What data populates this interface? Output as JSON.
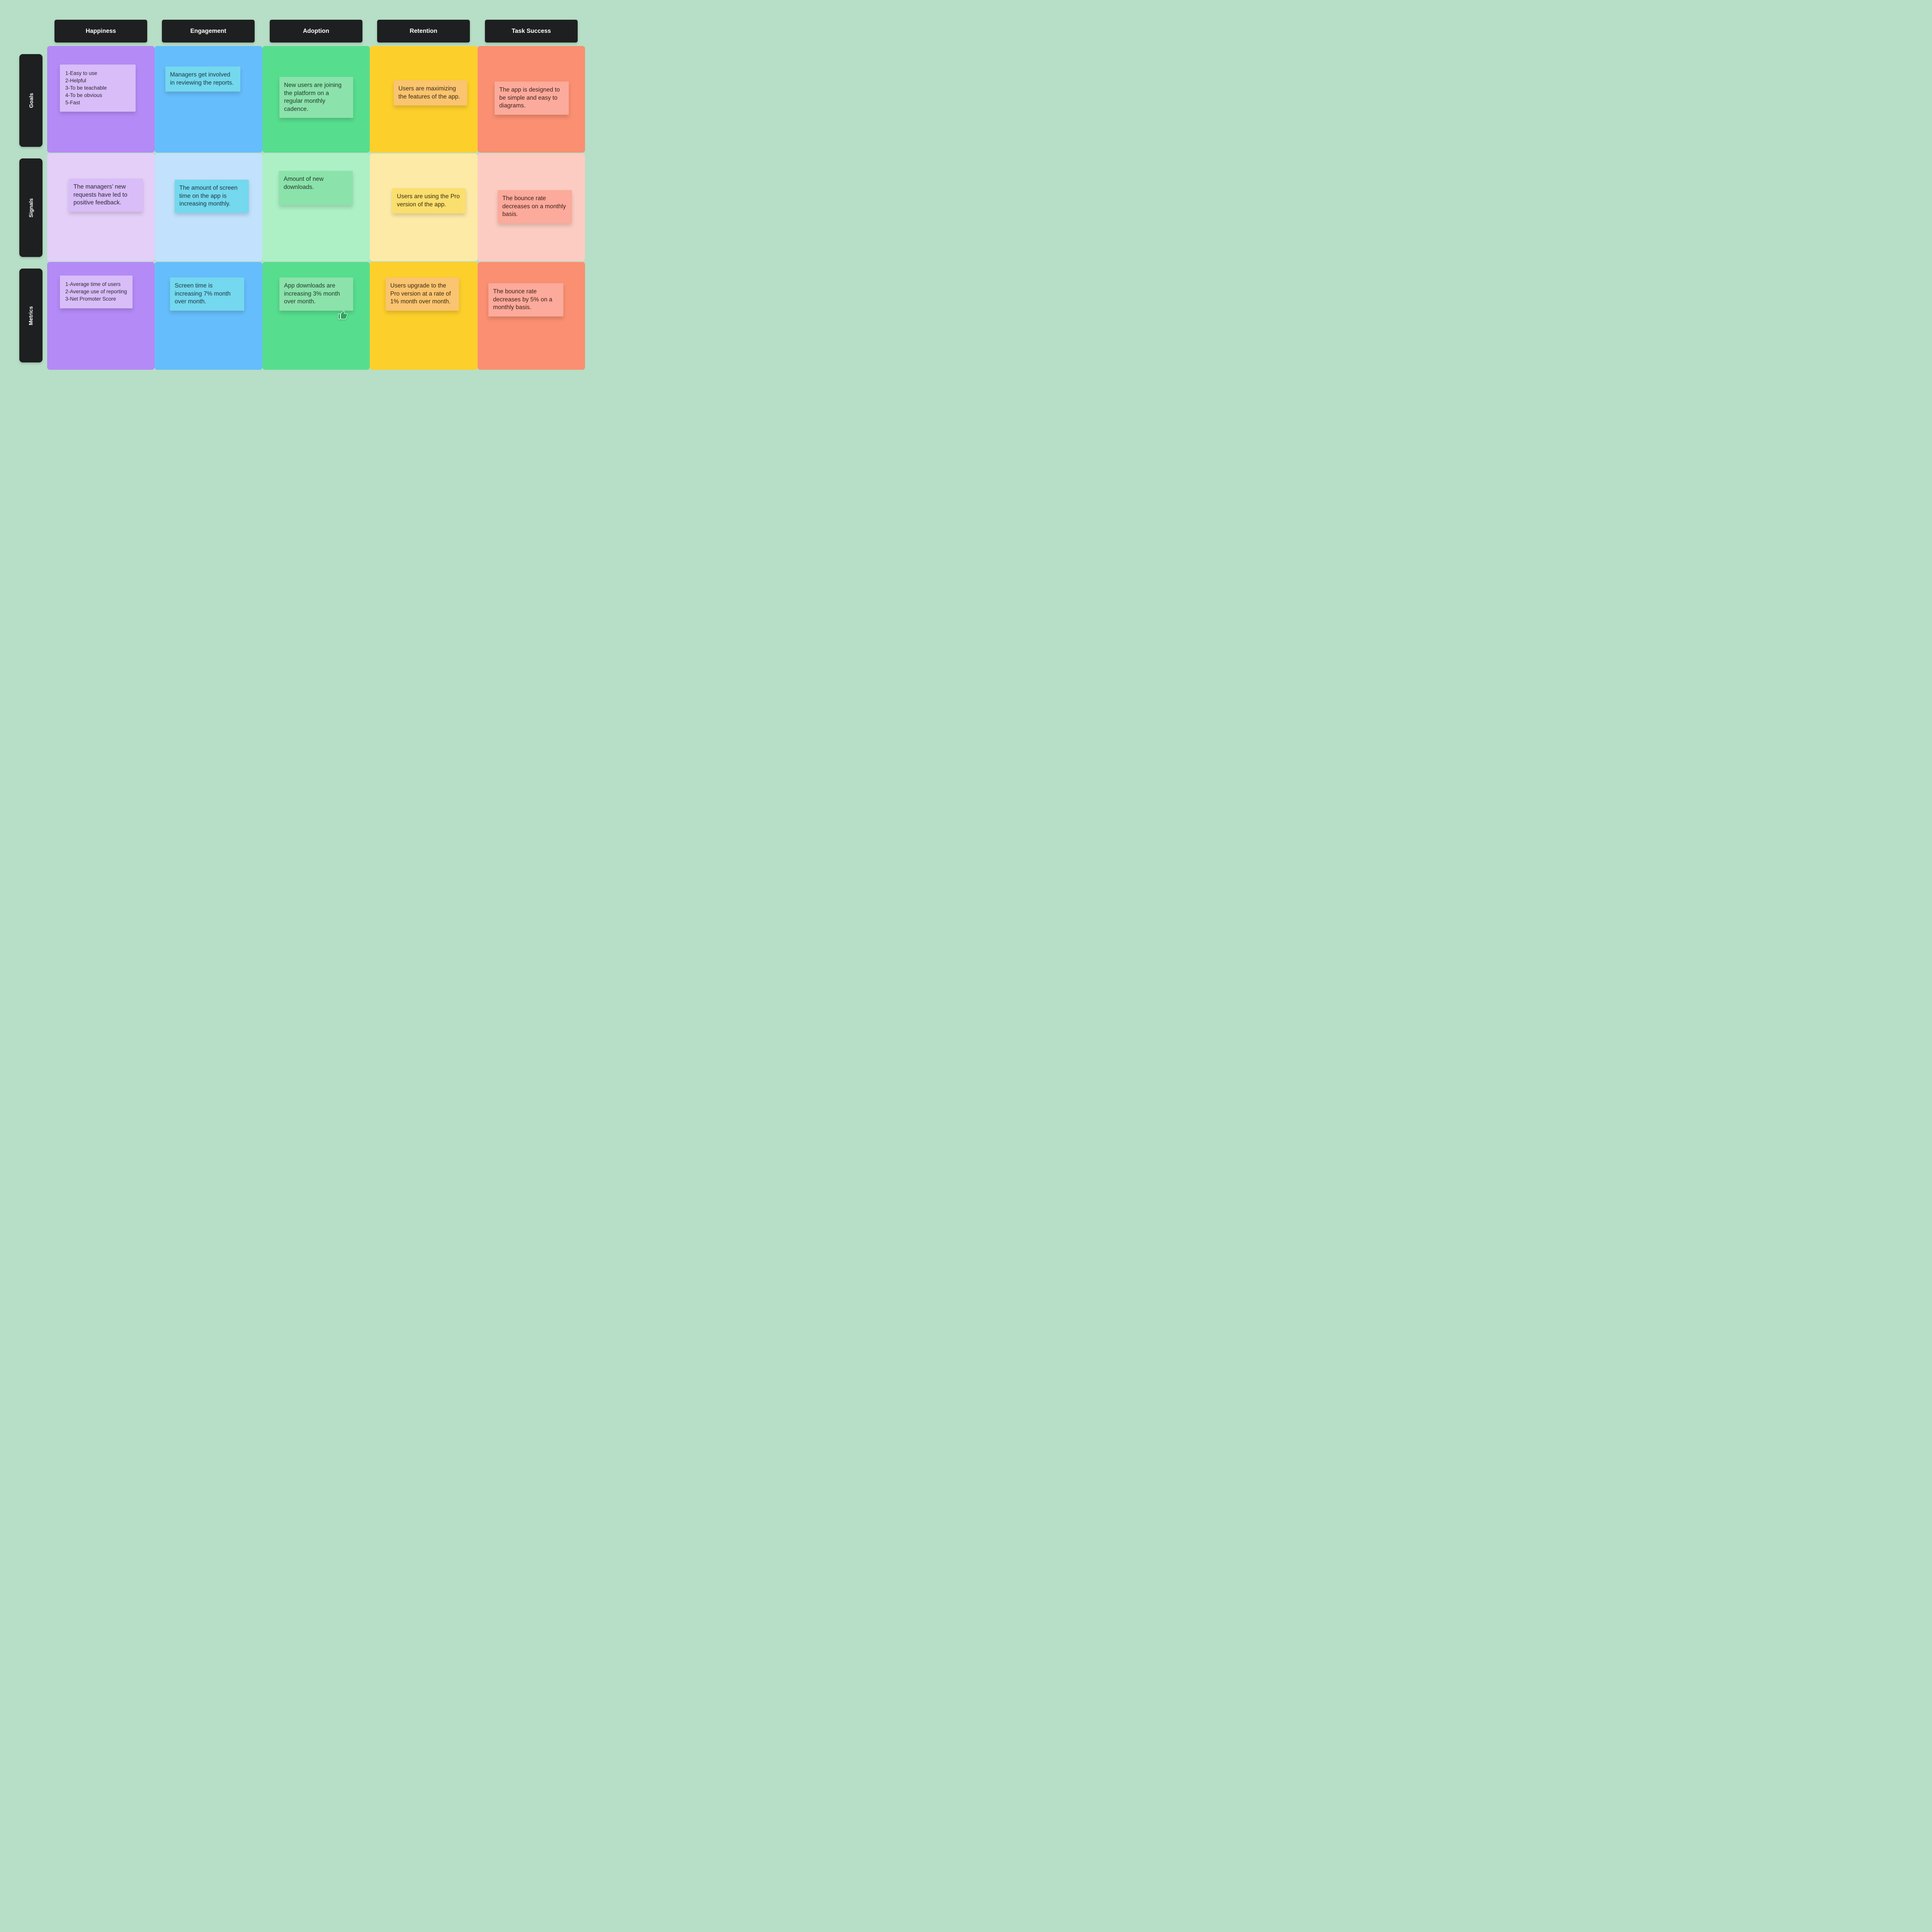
{
  "palette": {
    "page_bg": "#b7dec6",
    "header_bg": "#1e1f20",
    "header_text": "#ffffff",
    "happiness_cell": "#b48af7",
    "happiness_cell_light": "#e4cff8",
    "happiness_note": "#d8bdf8",
    "engagement_cell": "#66bdfc",
    "engagement_cell_light": "#c2e1fc",
    "engagement_note": "#74d8ee",
    "adoption_cell": "#57dd8e",
    "adoption_cell_light": "#adf0c6",
    "adoption_note": "#8ce2ab",
    "retention_cell": "#fdcf2b",
    "retention_cell_light": "#fdeaa6",
    "retention_note_orange": "#fac470",
    "retention_note_yellow": "#fbdf6e",
    "tasksuccess_cell": "#fa8f71",
    "tasksuccess_cell_light": "#fcccc2",
    "tasksuccess_note": "#fcaa9b",
    "reaction_green": "#2aa75c"
  },
  "columns": [
    {
      "id": "happiness",
      "label": "Happiness"
    },
    {
      "id": "engagement",
      "label": "Engagement"
    },
    {
      "id": "adoption",
      "label": "Adoption"
    },
    {
      "id": "retention",
      "label": "Retention"
    },
    {
      "id": "tasksuccess",
      "label": "Task Success"
    }
  ],
  "rows": [
    {
      "id": "goals",
      "label": "Goals"
    },
    {
      "id": "signals",
      "label": "Signals"
    },
    {
      "id": "metrics",
      "label": "Metrics"
    }
  ],
  "notes": {
    "happiness": {
      "goals": "1-Easy to use\n2-Helpful\n3-To be teachable\n4-To be obvious\n5-Fast",
      "signals": "The managers’ new requests have led to positive feedback.",
      "metrics": "1-Average time of users\n2-Average use of reporting\n3-Net Promoter Score"
    },
    "engagement": {
      "goals": "Managers get involved in reviewing the reports.",
      "signals": "The amount of screen time on the app is increasing monthly.",
      "metrics": "Screen time is increasing 7% month over month."
    },
    "adoption": {
      "goals": "New users are joining the platform on a regular monthly cadence.",
      "signals": "Amount of new downloads.",
      "metrics": "App downloads are increasing 3% month over month."
    },
    "retention": {
      "goals": "Users are maximizing the features of the app.",
      "signals": "Users are using the Pro version of the app.",
      "metrics": "Users upgrade to the Pro version at a rate of 1% month over month."
    },
    "tasksuccess": {
      "goals": "The app is designed to be simple and easy to diagrams.",
      "signals": "The bounce rate decreases on a monthly basis.",
      "metrics": "The bounce rate decreases by 5% on a monthly basis."
    }
  },
  "reaction": {
    "type": "thumbs-up"
  }
}
